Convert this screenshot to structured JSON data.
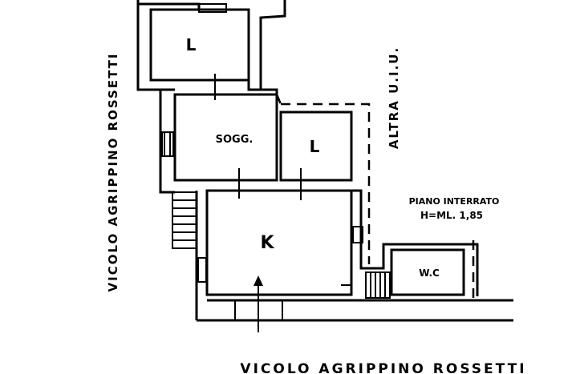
{
  "rooms": {
    "top_l": "L",
    "sogg": "SOGG.",
    "right_l": "L",
    "kitchen": "K",
    "wc": "W.C"
  },
  "labels": {
    "street_left": "VICOLO AGRIPPINO ROSSETTI",
    "street_bottom": "VICOLO AGRIPPINO ROSSETTI",
    "neighbor": "ALTRA U.I.U.",
    "level_line1": "PIANO INTERRATO",
    "level_line2": "H=ML. 1,85"
  }
}
